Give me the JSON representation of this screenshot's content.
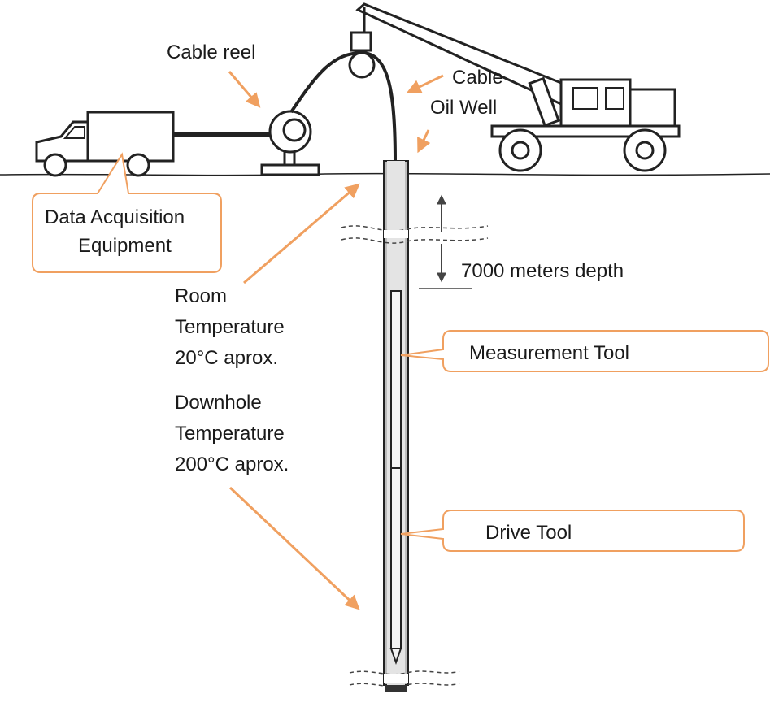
{
  "labels": {
    "cable_reel": "Cable reel",
    "cable": "Cable",
    "oil_well": "Oil Well",
    "depth": "7000 meters depth",
    "room_temp": [
      "Room",
      "Temperature",
      "20°C aprox."
    ],
    "downhole_temp": [
      "Downhole",
      "Temperature",
      "200°C aprox."
    ],
    "data_acq": [
      "Data Acquisition",
      "Equipment"
    ],
    "measurement_tool": "Measurement Tool",
    "drive_tool": "Drive Tool"
  },
  "colors": {
    "accent": "#f0a060",
    "ink": "#1a1a1a",
    "well_fill": "#bdbdbd"
  }
}
